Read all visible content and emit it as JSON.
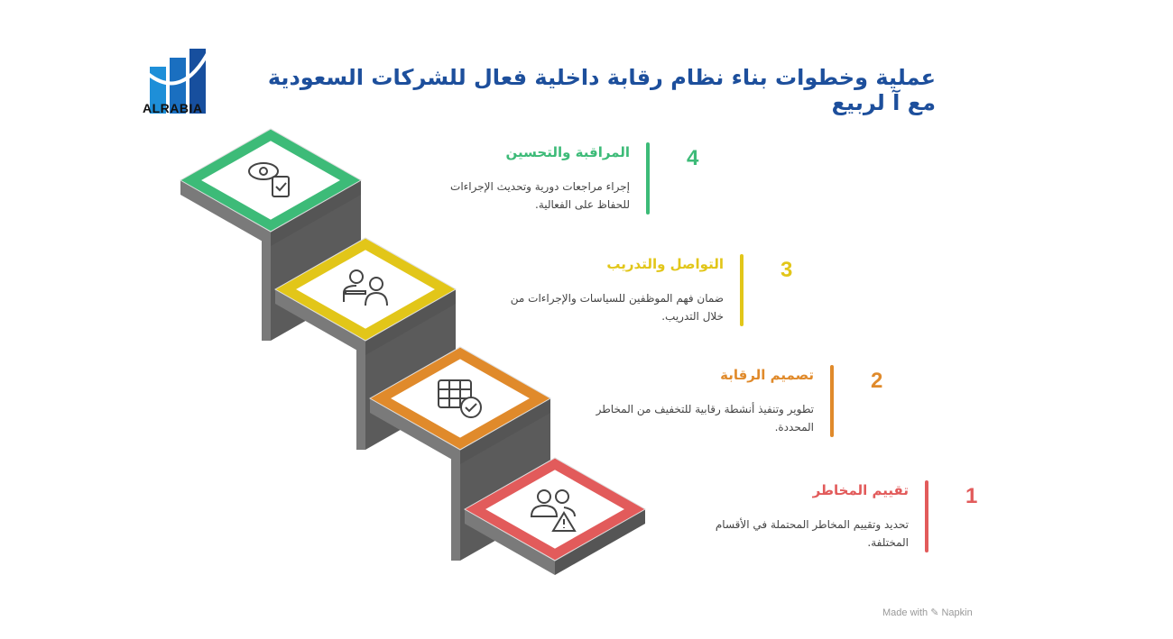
{
  "header": {
    "title": "عملية وخطوات بناء نظام رقابة داخلية فعال للشركات السعودية مع آ لربيع",
    "logo_text": "ALRABIA"
  },
  "steps": [
    {
      "number": "1",
      "title": "تقييم المخاطر",
      "desc": [
        "تحديد وتقييم المخاطر المحتملة في الأقسام",
        "المختلفة."
      ],
      "color": "#e25b5b",
      "icon": "users-warning-icon"
    },
    {
      "number": "2",
      "title": "تصميم الرقابة",
      "desc": [
        "تطوير وتنفيذ أنشطة رقابية للتخفيف من المخاطر",
        "المحددة."
      ],
      "color": "#e08a2b",
      "icon": "table-check-icon"
    },
    {
      "number": "3",
      "title": "التواصل والتدريب",
      "desc": [
        "ضمان فهم الموظفين للسياسات والإجراءات من",
        "خلال التدريب."
      ],
      "color": "#e2c619",
      "icon": "trainer-icon"
    },
    {
      "number": "4",
      "title": "المراقبة والتحسين",
      "desc": [
        "إجراء مراجعات دورية وتحديث الإجراءات",
        "للحفاظ على الفعالية."
      ],
      "color": "#3dbb78",
      "icon": "eye-clipboard-icon"
    }
  ],
  "footer": {
    "text": "Made with ✎ Napkin"
  }
}
